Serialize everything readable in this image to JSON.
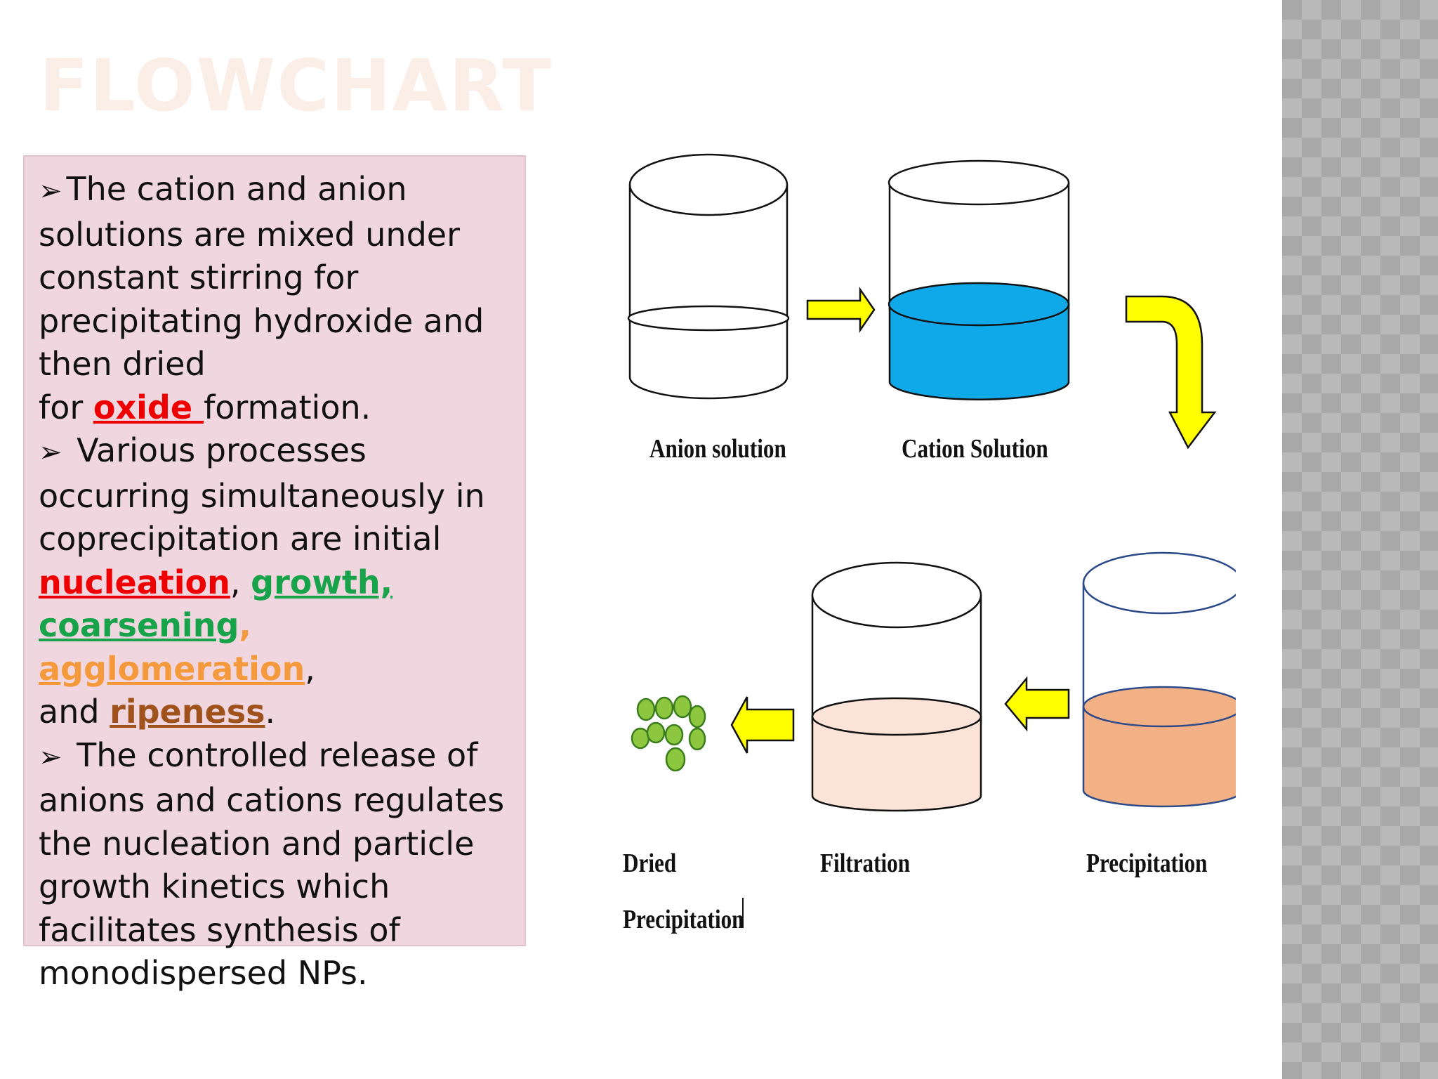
{
  "slide": {
    "title": "FLOWCHART"
  },
  "text_panel": {
    "bullet_glyph": "➢",
    "p1": {
      "line1": "The cation and anion",
      "line2": "solutions are mixed under",
      "line3": "constant stirring for",
      "line4": "precipitating hydroxide and",
      "line5": "then dried",
      "line6_pre": "for ",
      "line6_key": "oxide ",
      "line6_post": "formation."
    },
    "p2": {
      "line1": " Various processes",
      "line2": "occurring simultaneously in",
      "line3": "coprecipitation are initial",
      "t_nucleation": "nucleation",
      "t_comma1": ", ",
      "t_growth": "growth,",
      "t_coarsening": "coarsening",
      "t_comma2": ", ",
      "t_agglomeration": "agglomeration",
      "t_comma3": ",",
      "t_and": "and ",
      "t_ripeness": "ripeness",
      "t_period": "."
    },
    "p3": {
      "line1": " The controlled release of",
      "line2": "anions and cations regulates",
      "line3": "the nucleation and particle",
      "line4": "growth kinetics which",
      "line5": "facilitates synthesis of",
      "line6": "monodispersed NPs."
    }
  },
  "diagram": {
    "labels": {
      "anion_solution": "Anion solution",
      "cation_solution": "Cation Solution",
      "precipitation": "Precipitation",
      "filtration": "Filtration",
      "dried_line1": "Dried",
      "dried_line2": "Precipitation"
    },
    "colors": {
      "cation_fill": "#0fa8e8",
      "precipitation_fill": "#f2b085",
      "filtration_fill": "#fbe3d8",
      "particle_fill": "#8dc63f",
      "arrow_fill": "#ffff00",
      "accent_red": "#ee0000",
      "accent_green": "#16a34a",
      "accent_orange": "#f59a3c",
      "accent_brown": "#a0521d"
    }
  }
}
